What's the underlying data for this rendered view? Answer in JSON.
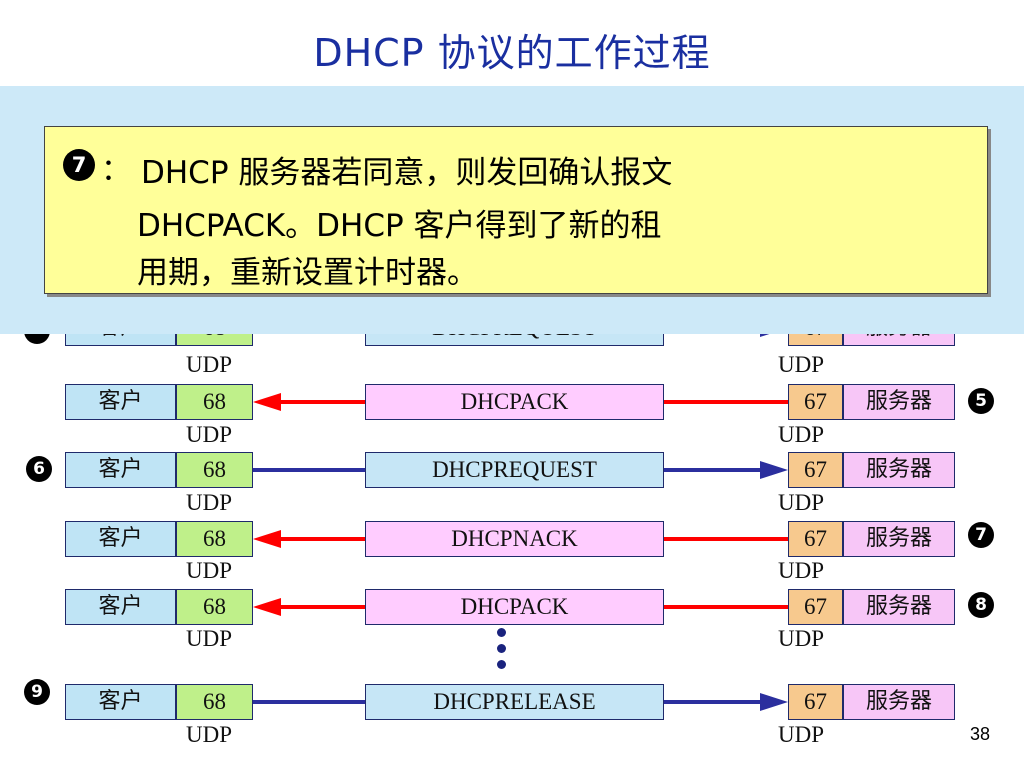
{
  "title": "DHCP 协议的工作过程",
  "note": {
    "marker": "7",
    "colon": "：",
    "lines": [
      "DHCP 服务器若同意，则发回确认报文",
      "DHCPACK。DHCP 客户得到了新的租",
      "用期，重新设置计时器。"
    ]
  },
  "diagram": {
    "client_label": "客户",
    "server_label": "服务器",
    "client_port": "68",
    "server_port": "67",
    "transport": "UDP",
    "rows": [
      {
        "message": "DHCPREQUEST",
        "direction": "to-server",
        "left_marker": "",
        "right_marker": ""
      },
      {
        "message": "DHCPACK",
        "direction": "to-client",
        "left_marker": "",
        "right_marker": "5"
      },
      {
        "message": "DHCPREQUEST",
        "direction": "to-server",
        "left_marker": "6",
        "right_marker": ""
      },
      {
        "message": "DHCPNACK",
        "direction": "to-client",
        "left_marker": "",
        "right_marker": "7"
      },
      {
        "message": "DHCPACK",
        "direction": "to-client",
        "left_marker": "",
        "right_marker": "8"
      },
      {
        "message": "DHCPRELEASE",
        "direction": "to-server",
        "left_marker": "9",
        "right_marker": ""
      }
    ],
    "ellipsis": "⋮"
  },
  "colors": {
    "to_client": "#ff0000",
    "to_server": "#2b2f9e"
  },
  "page_number": "38"
}
